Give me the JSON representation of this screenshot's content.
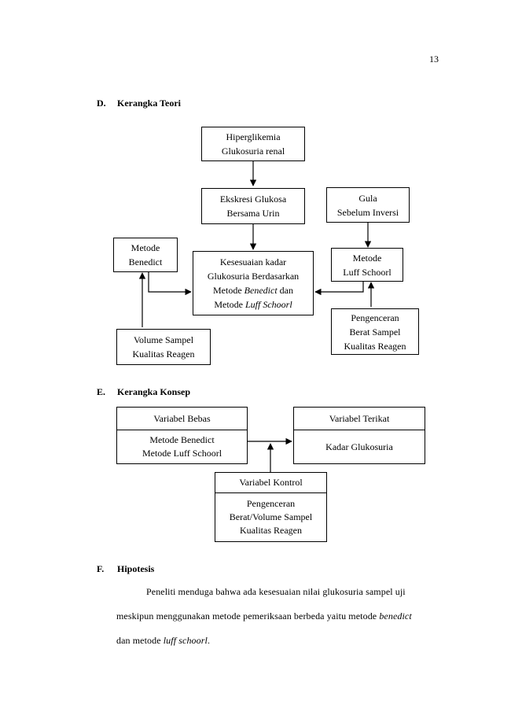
{
  "page_number": "13",
  "section_d": {
    "letter": "D.",
    "title": "Kerangka Teori",
    "boxes": {
      "hiperglikemia": [
        "Hiperglikemia",
        "Glukosuria renal"
      ],
      "ekskresi": [
        "Ekskresi Glukosa",
        "Bersama Urin"
      ],
      "gula": [
        "Gula",
        "Sebelum Inversi"
      ],
      "metode_benedict": [
        "Metode",
        "Benedict"
      ],
      "kesesuaian": {
        "line1": "Kesesuaian kadar",
        "line2": "Glukosuria Berdasarkan",
        "line3_pre": "Metode ",
        "line3_italic": "Benedict",
        "line3_post": " dan",
        "line4_pre": "Metode ",
        "line4_italic": "Luff Schoorl"
      },
      "metode_luff": [
        "Metode",
        "Luff Schoorl"
      ],
      "volume_sampel": [
        "Volume Sampel",
        "Kualitas Reagen"
      ],
      "pengenceran": [
        "Pengenceran",
        "Berat Sampel",
        "Kualitas Reagen"
      ]
    }
  },
  "section_e": {
    "letter": "E.",
    "title": "Kerangka Konsep",
    "variabel_bebas": {
      "header": "Variabel Bebas",
      "items": [
        "Metode Benedict",
        "Metode Luff Schoorl"
      ]
    },
    "variabel_terikat": {
      "header": "Variabel Terikat",
      "items": [
        "Kadar Glukosuria"
      ]
    },
    "variabel_kontrol": {
      "header": "Variabel Kontrol",
      "items": [
        "Pengenceran",
        "Berat/Volume Sampel",
        "Kualitas Reagen"
      ]
    }
  },
  "section_f": {
    "letter": "F.",
    "title": "Hipotesis",
    "line1": "Peneliti menduga bahwa ada kesesuaian nilai glukosuria sampel uji",
    "line2_pre": "meskipun menggunakan metode pemeriksaan berbeda yaitu metode ",
    "line2_italic": "benedict",
    "line3_pre": "dan metode ",
    "line3_italic": "luff schoorl",
    "line3_post": "."
  }
}
